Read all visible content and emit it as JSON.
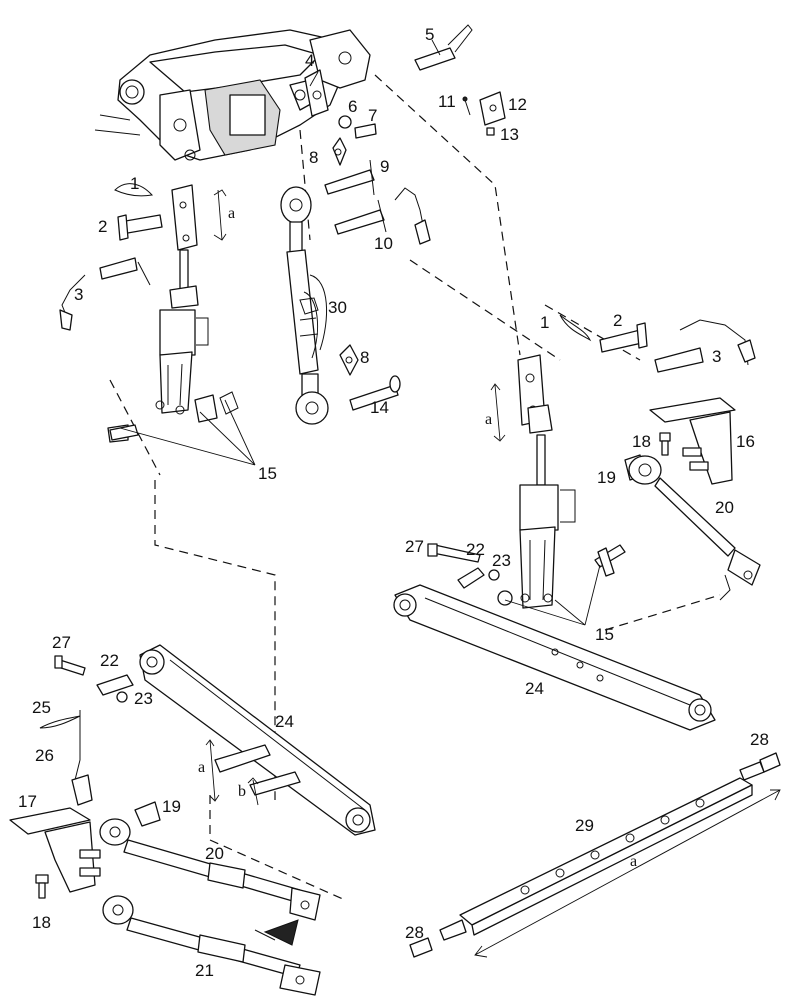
{
  "callouts": {
    "c1_top": "1",
    "c2_top": "2",
    "c3_top": "3",
    "c4": "4",
    "c5": "5",
    "c6": "6",
    "c7": "7",
    "c8_top": "8",
    "c9": "9",
    "c10": "10",
    "c11": "11",
    "c12": "12",
    "c13": "13",
    "c14": "14",
    "c8_mid": "8",
    "c30": "30",
    "c15_left": "15",
    "c1_right": "1",
    "c2_right": "2",
    "c3_right": "3",
    "c18_right": "18",
    "c16": "16",
    "c19_right": "19",
    "c20_right": "20",
    "c27_right": "27",
    "c22_right": "22",
    "c23_right": "23",
    "c15_right": "15",
    "c24_right": "24",
    "c27_left": "27",
    "c22_left": "22",
    "c23_left": "23",
    "c24_left": "24",
    "c25": "25",
    "c26": "26",
    "c17": "17",
    "c19_left": "19",
    "c20_left": "20",
    "c18_left": "18",
    "c21": "21",
    "c28_top": "28",
    "c29": "29",
    "c28_bottom": "28"
  },
  "dimensions": {
    "a_top_left": "a",
    "a_right": "a",
    "a_bottom": "a",
    "b_bottom": "b",
    "a_drawbar": "a"
  }
}
